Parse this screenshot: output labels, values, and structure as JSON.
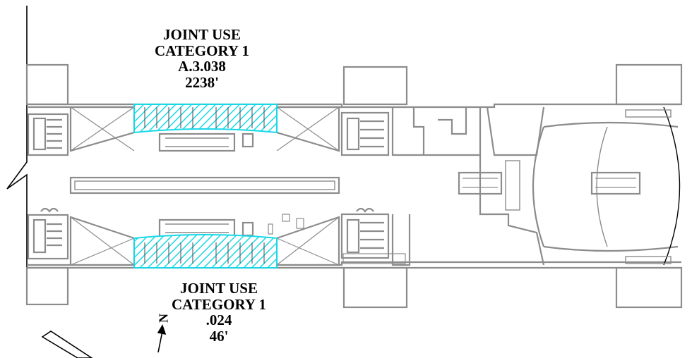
{
  "top_area": {
    "line1": "JOINT USE",
    "line2": "CATEGORY 1",
    "line3": "A.3.038",
    "line4": "2238'"
  },
  "bottom_area": {
    "line1": "JOINT USE",
    "line2": "CATEGORY 1",
    "line3": ".024",
    "line4": "46'"
  },
  "north_arrow": {
    "label": "N",
    "icon": "north-arrow-icon"
  },
  "colors": {
    "wall": "#8c8c8c",
    "highlight": "#18d8e8",
    "text": "#000000"
  }
}
